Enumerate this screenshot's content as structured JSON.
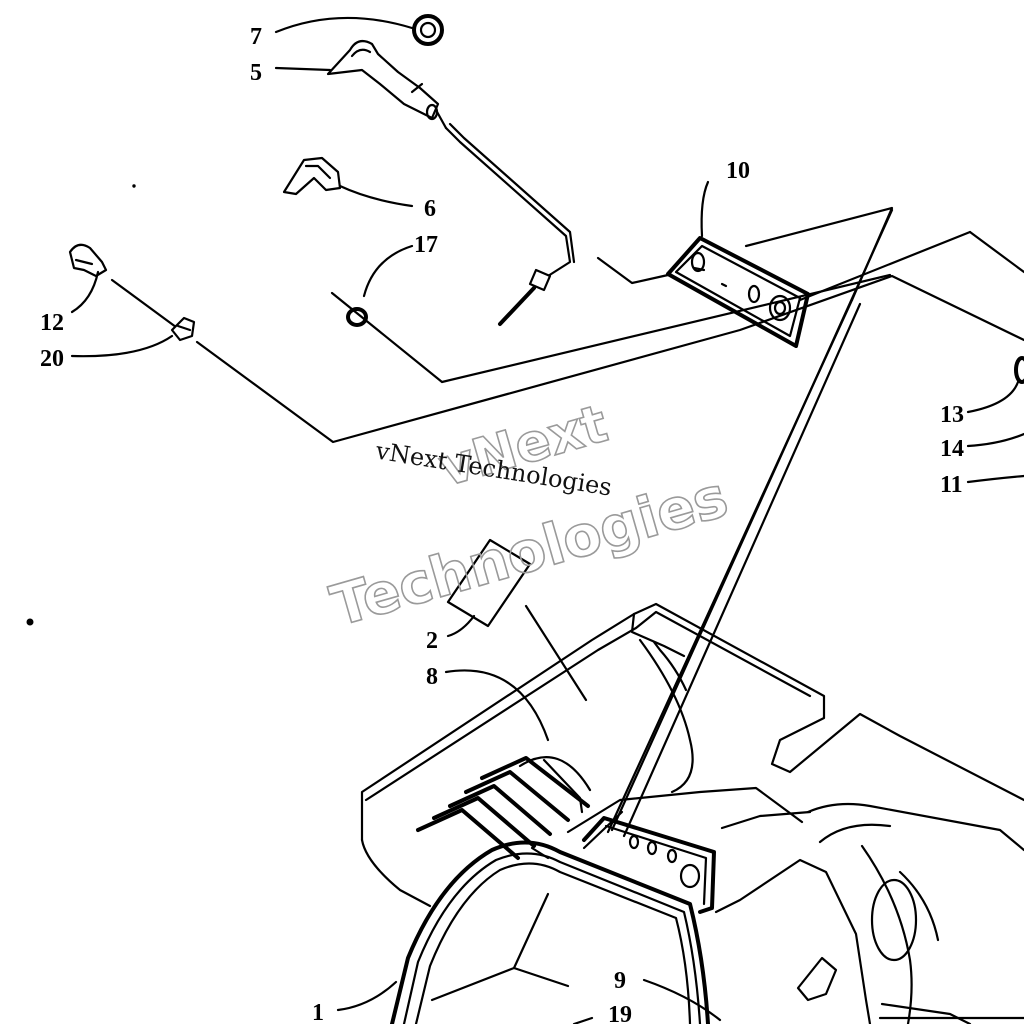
{
  "diagram": {
    "callouts": {
      "c1": "1",
      "c2": "2",
      "c5": "5",
      "c6": "6",
      "c7": "7",
      "c8": "8",
      "c9": "9",
      "c10": "10",
      "c11": "11",
      "c12": "12",
      "c13": "13",
      "c14": "14",
      "c17": "17",
      "c19": "19",
      "c20": "20"
    },
    "watermark": {
      "line_serif": "vNext Technologies",
      "outline_top": "vNext",
      "outline_bottom": "Technologies"
    }
  }
}
